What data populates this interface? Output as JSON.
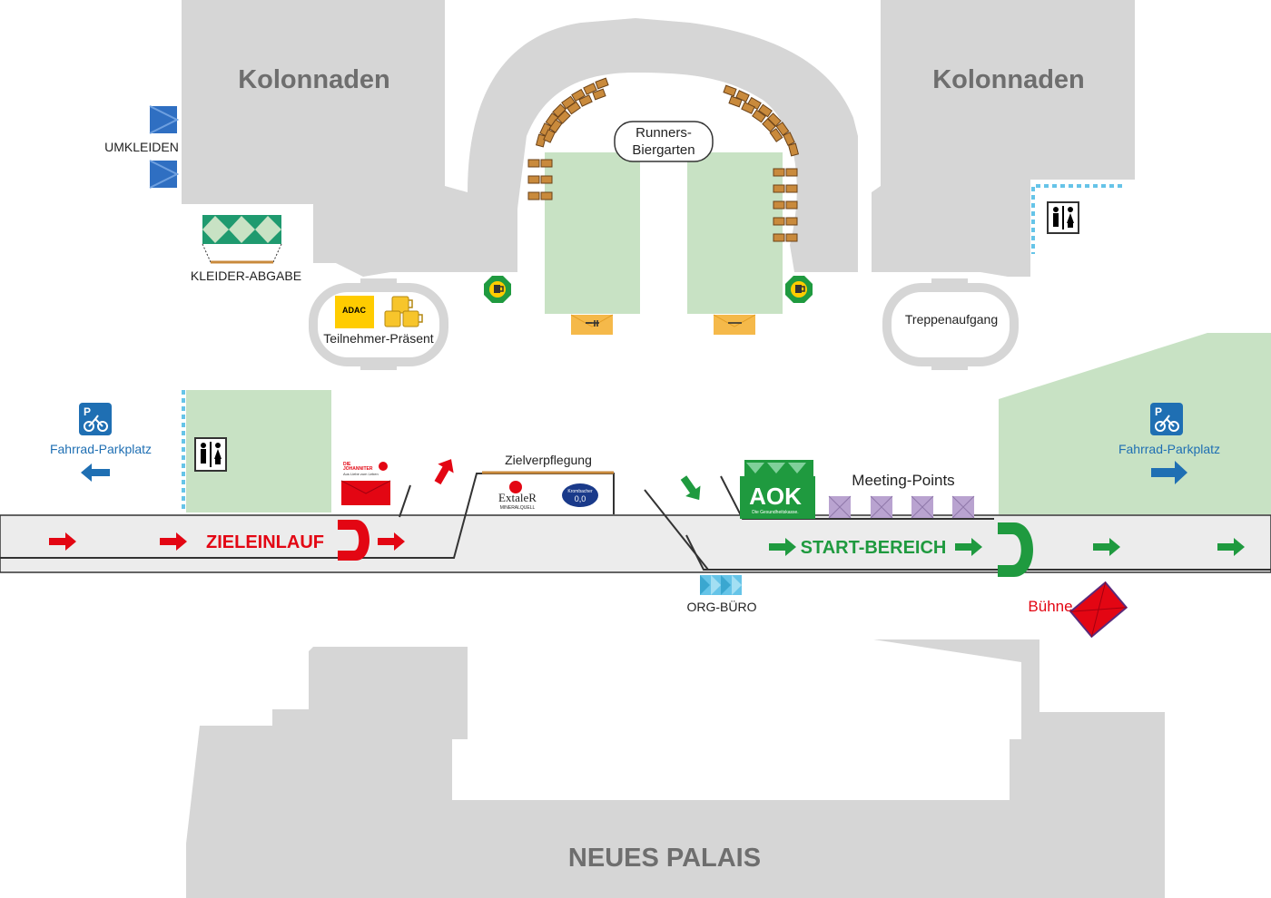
{
  "labels": {
    "kolonnaden_left": "Kolonnaden",
    "kolonnaden_right": "Kolonnaden",
    "umkleiden": "UMKLEIDEN",
    "kleider_abgabe": "KLEIDER-ABGABE",
    "teilnehmer_praesent": "Teilnehmer-Präsent",
    "adac": "ADAC",
    "runners_line1": "Runners-",
    "runners_line2": "Biergarten",
    "treppenaufgang": "Treppenaufgang",
    "fahrrad_left": "Fahrrad-Parkplatz",
    "fahrrad_right": "Fahrrad-Parkplatz",
    "zielverpflegung": "Zielverpflegung",
    "meeting_points": "Meeting-Points",
    "zieleinlauf": "ZIELEINLAUF",
    "start_bereich": "START-BEREICH",
    "org_buero": "ORG-BÜRO",
    "buehne": "Bühne",
    "neues_palais": "NEUES PALAIS",
    "johanniter_line1": "DIE",
    "johanniter_line2": "JOHANNITER",
    "johanniter_line3": "Aus Liebe zum Leben",
    "exta_line1": "ExtaleR",
    "exta_line2": "MINERALQUELL",
    "krombacher_line1": "Krombacher",
    "krombacher_line2": "0,0",
    "aok_name": "AOK",
    "aok_sub": "Die Gesundheitskasse.",
    "parking_letter": "P"
  },
  "icons": {
    "toilet": "toilet-icon",
    "bicycle": "bicycle-parking-icon",
    "beer": "beer-icon",
    "cutlery": "cutlery-icon",
    "mugs": "mugs-icon"
  },
  "colors": {
    "building": "#d6d6d6",
    "road": "#ececec",
    "green_area": "#c8e2c4",
    "red": "#e30613",
    "green": "#1f9a3f",
    "blue": "#1f6fb3",
    "umkleide_blue": "#2f6fc2",
    "cyan": "#66c4e8",
    "purple": "#b9a3d0",
    "orange": "#f5b94a",
    "yellow": "#ffcc00"
  }
}
